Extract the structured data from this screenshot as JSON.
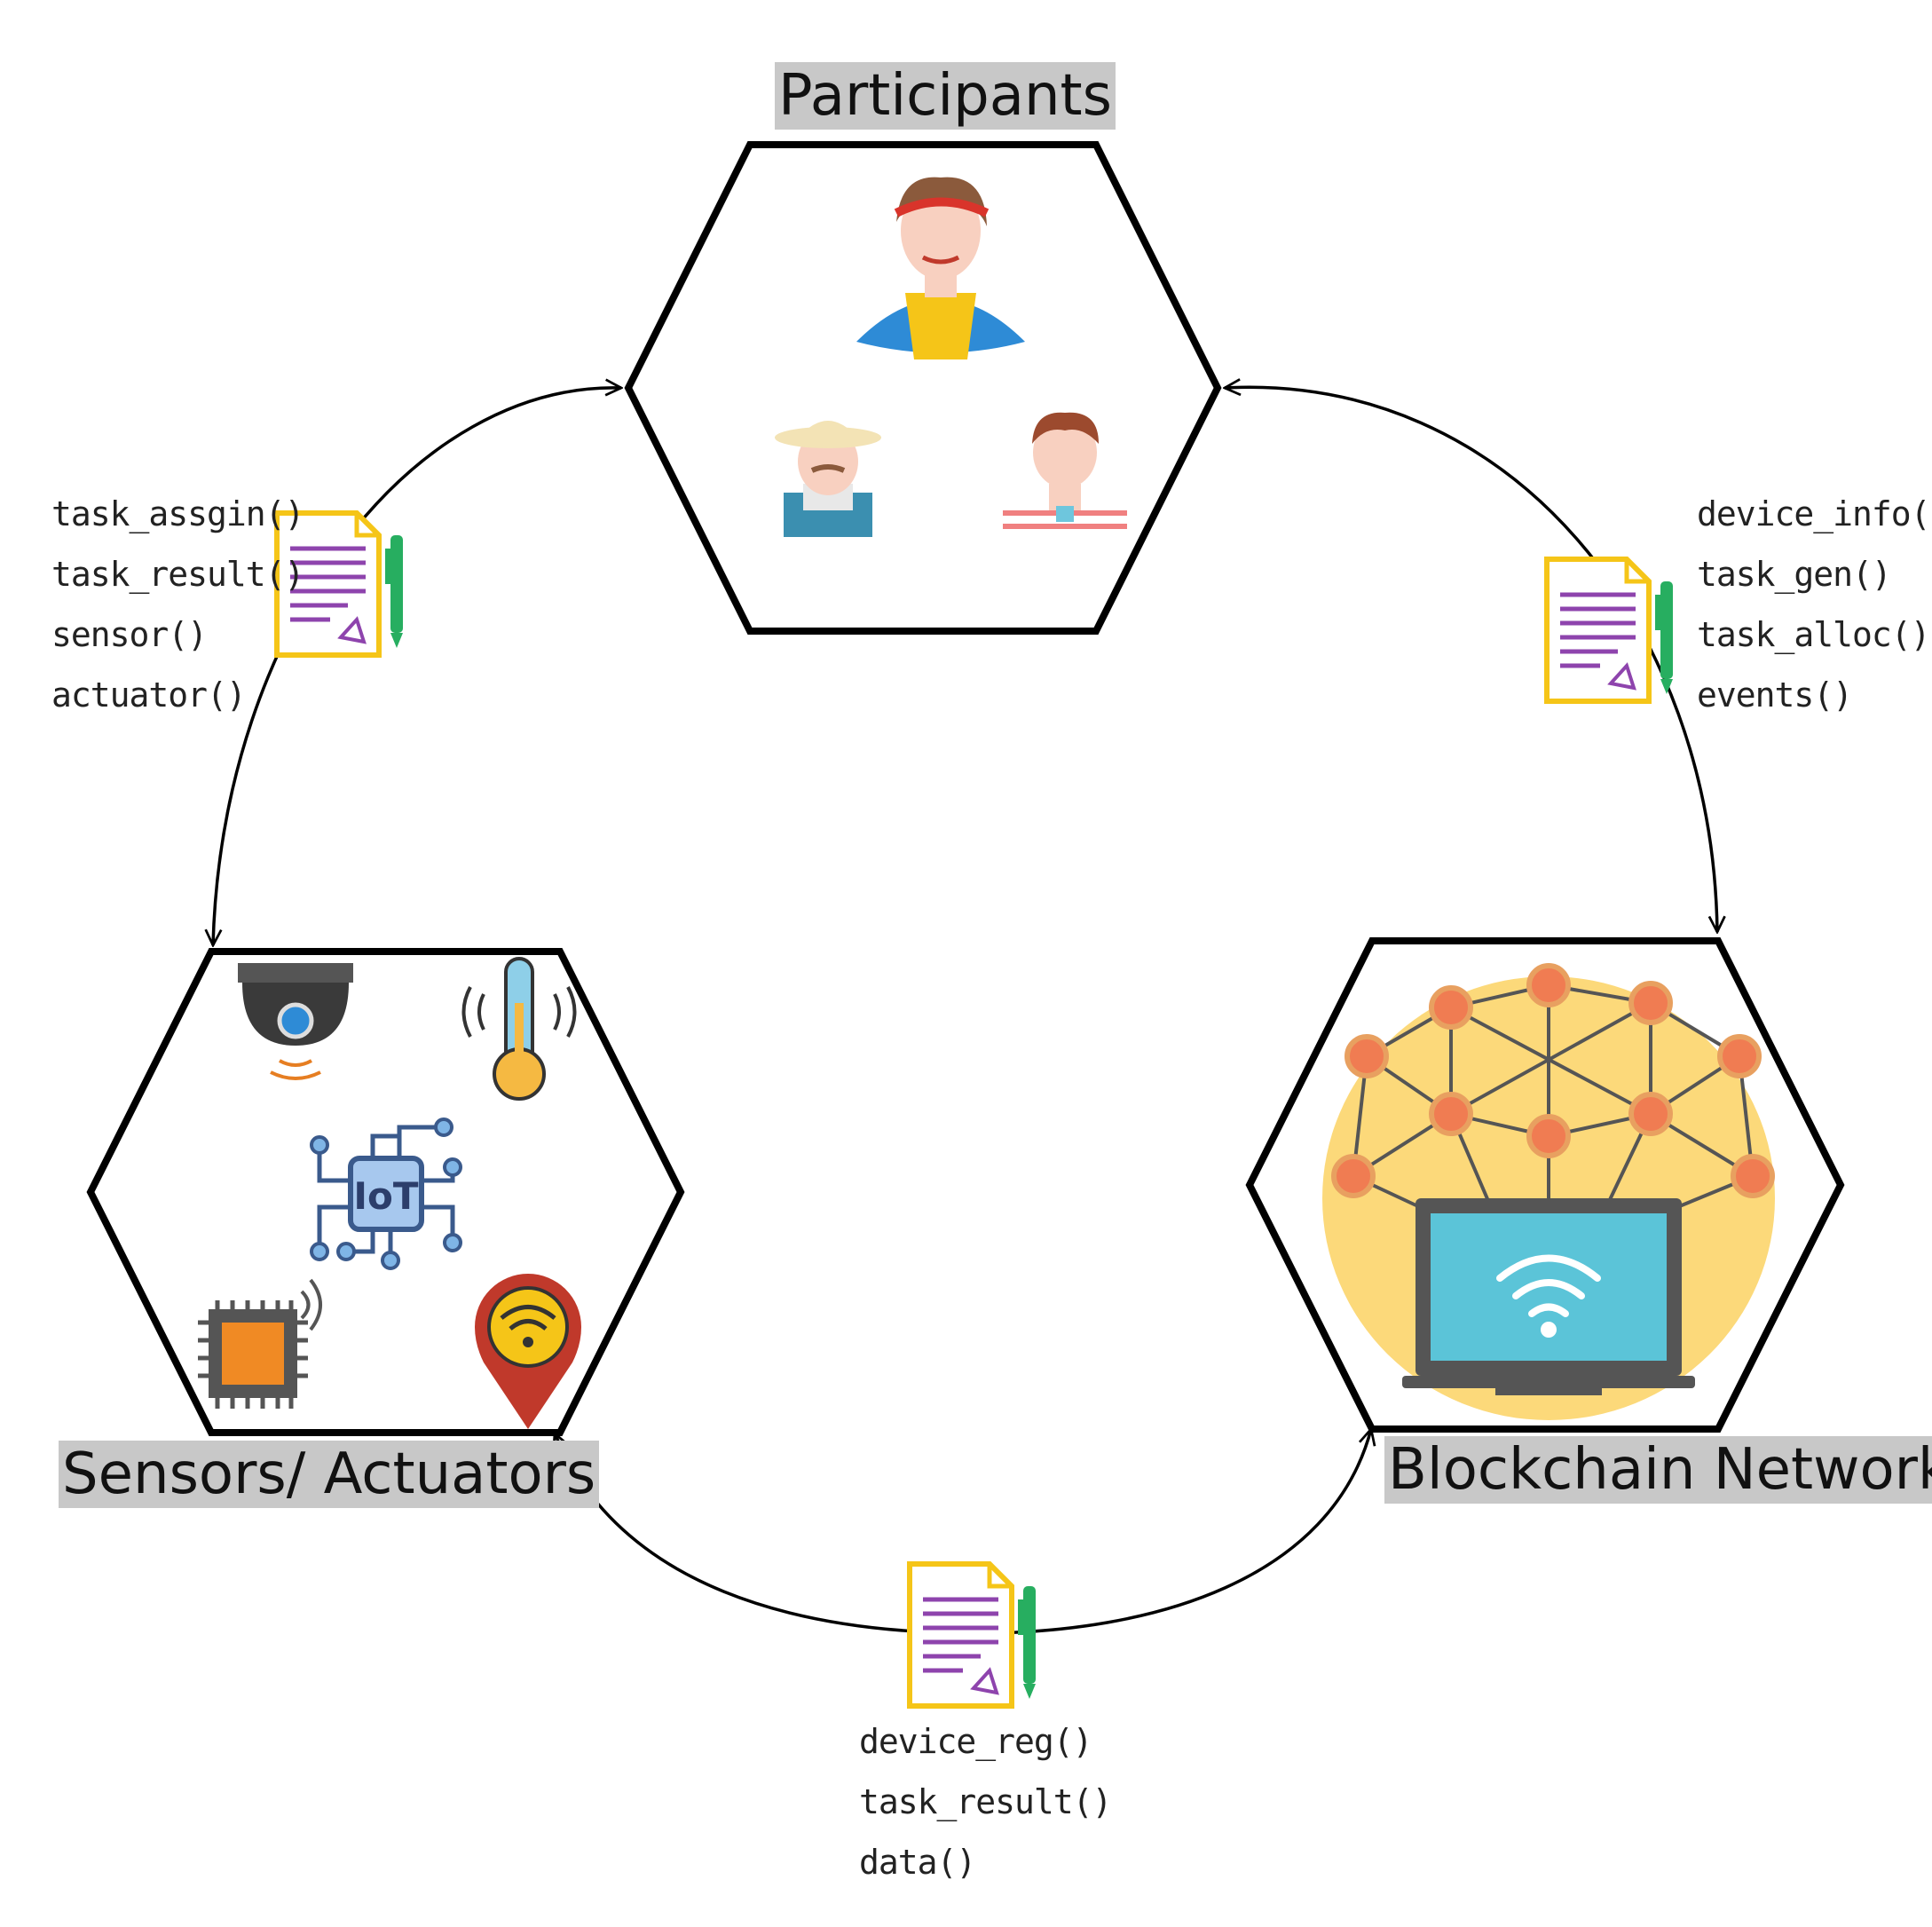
{
  "nodes": {
    "participants": {
      "label": "Participants"
    },
    "sensors": {
      "label": "Sensors/ Actuators"
    },
    "blockchain": {
      "label": "Blockchain Network"
    }
  },
  "sensors_icons": {
    "iot_chip_text": "IoT"
  },
  "edges": {
    "participants_sensors": {
      "functions": [
        "task_assgin()",
        "task_result()",
        "sensor()",
        "actuator()"
      ]
    },
    "participants_blockchain": {
      "functions": [
        "device_info()",
        "task_gen()",
        "task_alloc()",
        "events()"
      ]
    },
    "sensors_blockchain": {
      "functions": [
        "device_reg()",
        "task_result()",
        "data()"
      ]
    }
  },
  "colors": {
    "hex_stroke": "#000000",
    "label_bg": "#c8c8c8",
    "doc_border": "#f5c518",
    "doc_lines": "#8e44ad",
    "pen": "#27ae60",
    "network_bg": "#fcd97a",
    "network_node": "#f07c52",
    "screen": "#5bc4d8"
  }
}
